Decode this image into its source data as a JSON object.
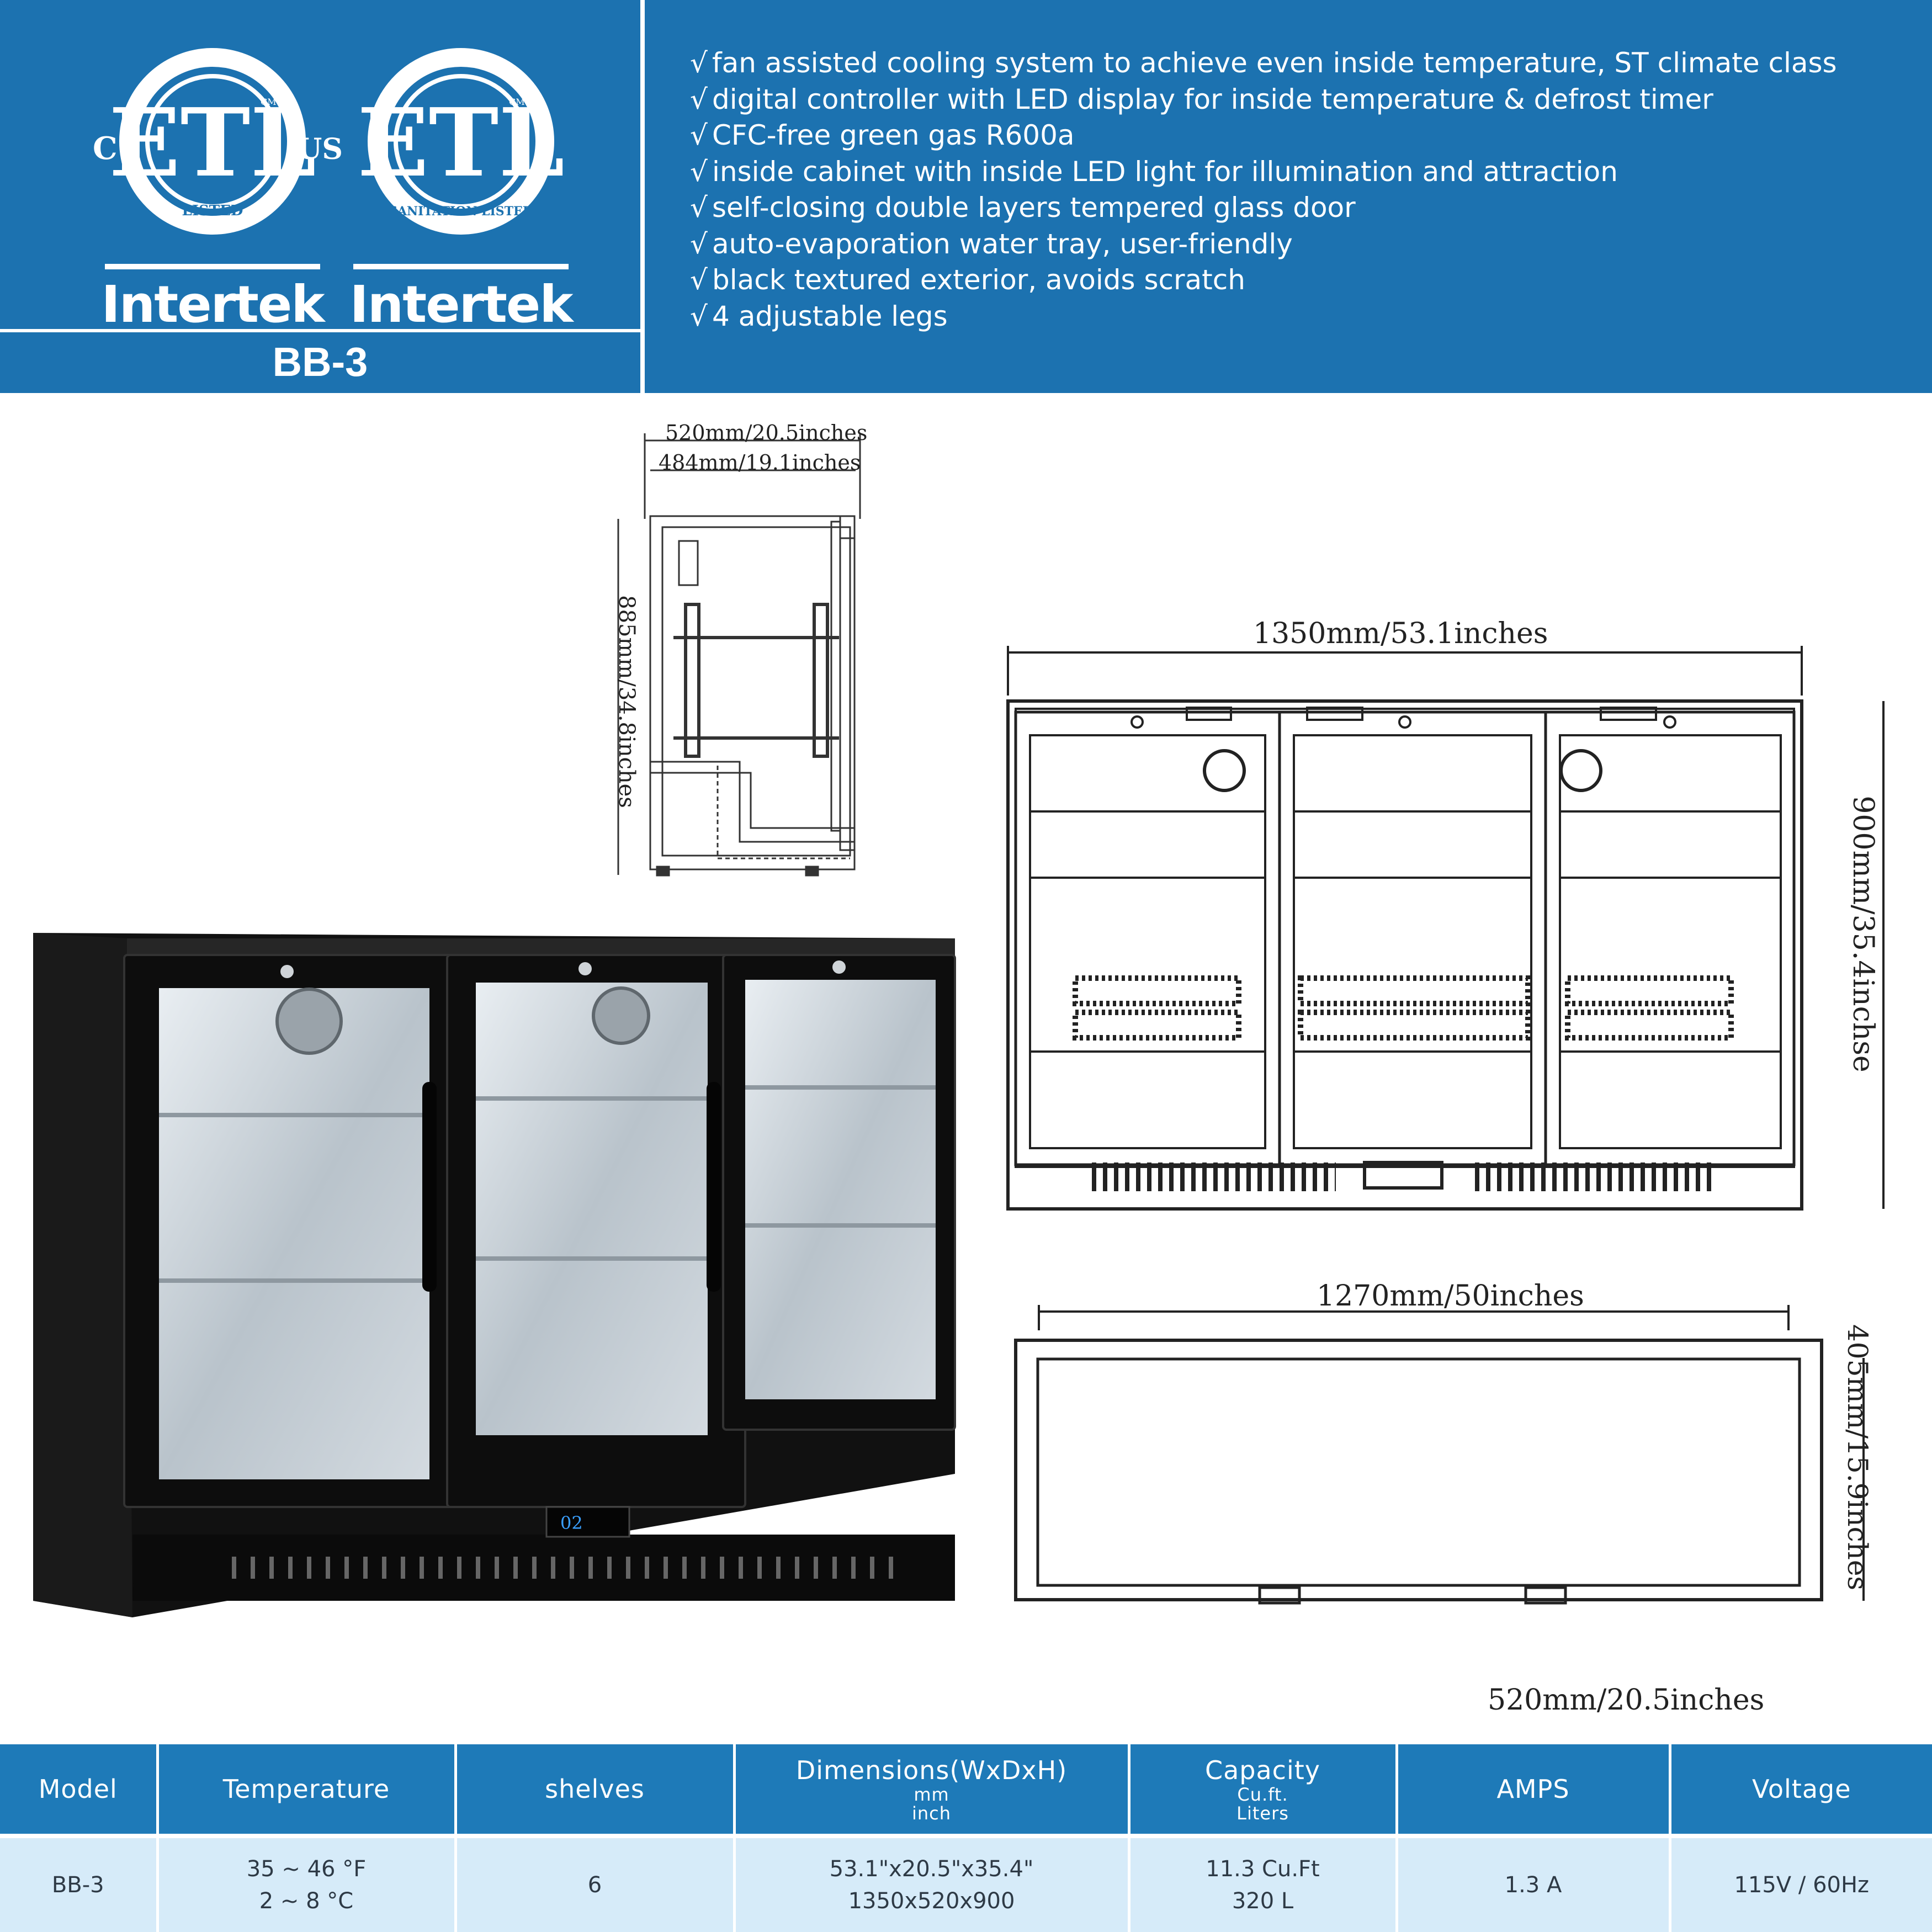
{
  "logos": [
    {
      "mark": "ETL",
      "prefix": "C",
      "suffix": "US",
      "ring_text": "LISTED",
      "small_mark": "CM",
      "brand": "Intertek"
    },
    {
      "mark": "ETL",
      "ring_text": "SANITATION LISTED",
      "small_mark": "CM",
      "brand": "Intertek"
    }
  ],
  "model_title": "BB-3",
  "features": [
    "fan assisted cooling system to achieve even inside temperature, ST climate class",
    "digital controller with LED display for inside temperature & defrost timer",
    "CFC-free green gas R600a",
    "inside cabinet with inside LED light for illumination and attraction",
    "self-closing double layers tempered glass door",
    "auto-evaporation water tray, user-friendly",
    "black textured exterior, avoids scratch",
    "4 adjustable legs"
  ],
  "check_glyph": "√",
  "dimensions": {
    "side_depth_outer": "520mm/20.5inches",
    "side_depth_inner": "484mm/19.1inches",
    "side_height": "885mm/34.8inches",
    "front_width": "1350mm/53.1inches",
    "front_height": "900mm/35.4inchse",
    "top_width": "1270mm/50inches",
    "top_depth": "405mm/15.9inches",
    "bottom_depth": "520mm/20.5inches"
  },
  "product_photo": {
    "display_reading": "02"
  },
  "table": {
    "headers": {
      "model": "Model",
      "temperature": "Temperature",
      "shelves": "shelves",
      "dimensions": "Dimensions(WxDxH)",
      "dimensions_unit_1": "mm",
      "dimensions_unit_2": "inch",
      "capacity": "Capacity",
      "capacity_unit_1": "Cu.ft.",
      "capacity_unit_2": "Liters",
      "amps": "AMPS",
      "voltage": "Voltage"
    },
    "row": {
      "model": "BB-3",
      "temp_f": "35 ~ 46 °F",
      "temp_c": "2 ~ 8 °C",
      "shelves": "6",
      "dim_inch": "53.1\"x20.5\"x35.4\"",
      "dim_mm": "1350x520x900",
      "cap_cuft": "11.3 Cu.Ft",
      "cap_l": "320 L",
      "amps": "1.3 A",
      "voltage": "115V / 60Hz"
    }
  },
  "colors": {
    "header_blue": "#1c72b0",
    "table_header_blue": "#1e7ab8",
    "table_row_bg": "#d6ebf9"
  }
}
